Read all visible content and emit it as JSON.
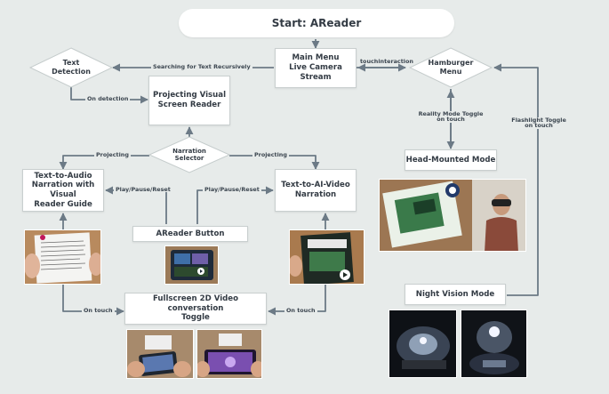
{
  "start": "Start: AReader",
  "nodes": {
    "main_menu": "Main Menu\nLive Camera Stream",
    "text_detection": "Text\nDetection",
    "hamburger_menu": "Hamburger\nMenu",
    "projecting_reader": "Projecting Visual\nScreen Reader",
    "narration_selector": "Narration\nSelector",
    "text_to_audio": "Text-to-Audio\nNarration with Visual\nReader Guide",
    "text_to_ai_video": "Text-to-AI-Video\nNarration",
    "areader_button": "AReader Button",
    "fullscreen_toggle": "Fullscreen 2D Video conversation\nToggle",
    "head_mounted": "Head-Mounted Mode",
    "night_vision": "Night Vision Mode"
  },
  "edges": {
    "searching": "Searching for Text Recursively",
    "touch_interaction": "touchinteraction",
    "on_detection": "On detection",
    "reality_toggle": "Reality Mode Toggle\non touch",
    "flashlight_toggle": "Flashlight Toggle\non touch",
    "projecting_left": "Projecting",
    "projecting_right": "Projecting",
    "play_left": "Play/Pause/Reset",
    "play_right": "Play/Pause/Reset",
    "on_touch_left": "On touch",
    "on_touch_right": "On touch"
  },
  "colors": {
    "background": "#e7ebea",
    "node_fill": "#ffffff",
    "arrow": "#6c7a86",
    "text": "#333b44"
  }
}
